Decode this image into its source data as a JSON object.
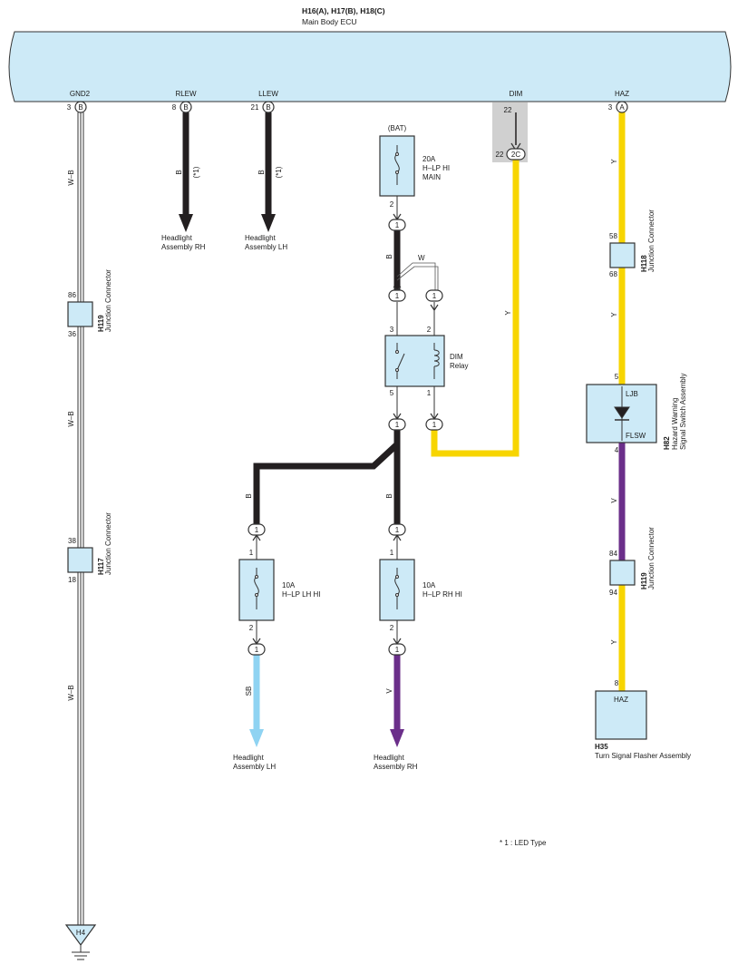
{
  "header": {
    "connectors": "H16(A), H17(B), H18(C)",
    "ecu_name": "Main Body ECU"
  },
  "ecu_terminals": {
    "gnd2": {
      "name": "GND2",
      "pin": "3",
      "conn": "B"
    },
    "rlew": {
      "name": "RLEW",
      "pin": "8",
      "conn": "B"
    },
    "llew": {
      "name": "LLEW",
      "pin": "21",
      "conn": "B"
    },
    "dim": {
      "name": "DIM",
      "pin_top": "22",
      "pin_bottom": "22",
      "conn": "2C"
    },
    "haz": {
      "name": "HAZ",
      "pin": "3",
      "conn": "A"
    }
  },
  "wire_colors": {
    "wb_top": "W–B",
    "wb_mid": "W–B",
    "wb_low": "W–B",
    "rlew": "B",
    "llew": "B",
    "rlew_note": "(*1)",
    "llew_note": "(*1)",
    "main_out": "B",
    "coil_feed": "W",
    "lh_feed": "B",
    "rh_feed": "B",
    "lh_out": "SB",
    "rh_out": "V",
    "dim": "Y",
    "haz_top": "Y",
    "haz_mid": "Y",
    "haz_low": "V",
    "haz_bottom": "Y"
  },
  "colors": {
    "ecu_fill": "#cdeaf7",
    "component_fill": "#cdeaf7",
    "wire_black": "#231f20",
    "wire_yellow": "#f7d500",
    "wire_violet": "#6b2f8a",
    "wire_sky": "#8fd3f2",
    "shield_gray": "#d0d0d0"
  },
  "loads": {
    "headlight_rh_top_1": "Headlight",
    "headlight_rh_top_2": "Assembly RH",
    "headlight_lh_top_1": "Headlight",
    "headlight_lh_top_2": "Assembly LH",
    "headlight_lh_bot_1": "Headlight",
    "headlight_lh_bot_2": "Assembly LH",
    "headlight_rh_bot_1": "Headlight",
    "headlight_rh_bot_2": "Assembly RH"
  },
  "fuse_main": {
    "source": "(BAT)",
    "rating": "20A",
    "name1": "H–LP HI",
    "name2": "MAIN",
    "pin_out": "2",
    "conn": "1"
  },
  "relay": {
    "name1": "DIM",
    "name2": "Relay",
    "pin3": "3",
    "pin2": "2",
    "pin5": "5",
    "pin1": "1",
    "conn": "1"
  },
  "fuse_lh": {
    "rating": "10A",
    "name": "H–LP LH HI",
    "pin_in": "1",
    "pin_out": "2",
    "conn": "1"
  },
  "fuse_rh": {
    "rating": "10A",
    "name": "H–LP RH HI",
    "pin_in": "1",
    "pin_out": "2",
    "conn": "1"
  },
  "junctions": {
    "h119_left": {
      "code": "H119",
      "desc": "Junction Connector",
      "pin_top": "86",
      "pin_bottom": "36"
    },
    "h117": {
      "code": "H117",
      "desc": "Junction Connector",
      "pin_top": "38",
      "pin_bottom": "18"
    },
    "h118": {
      "code": "H118",
      "desc": "Junction Connector",
      "pin_top": "58",
      "pin_bottom": "68"
    },
    "h119_right": {
      "code": "H119",
      "desc": "Junction Connector",
      "pin_top": "84",
      "pin_bottom": "94"
    }
  },
  "hazard_switch": {
    "code": "H82",
    "desc1": "Hazard Warning",
    "desc2": "Signal Switch Assembly",
    "term_top": "LJB",
    "term_bottom": "FLSW",
    "pin_in": "5",
    "pin_out": "4"
  },
  "flasher": {
    "code": "H35",
    "desc": "Turn Signal Flasher Assembly",
    "term": "HAZ",
    "pin": "8"
  },
  "ground": {
    "code": "H4"
  },
  "footnote": "* 1 : LED Type"
}
